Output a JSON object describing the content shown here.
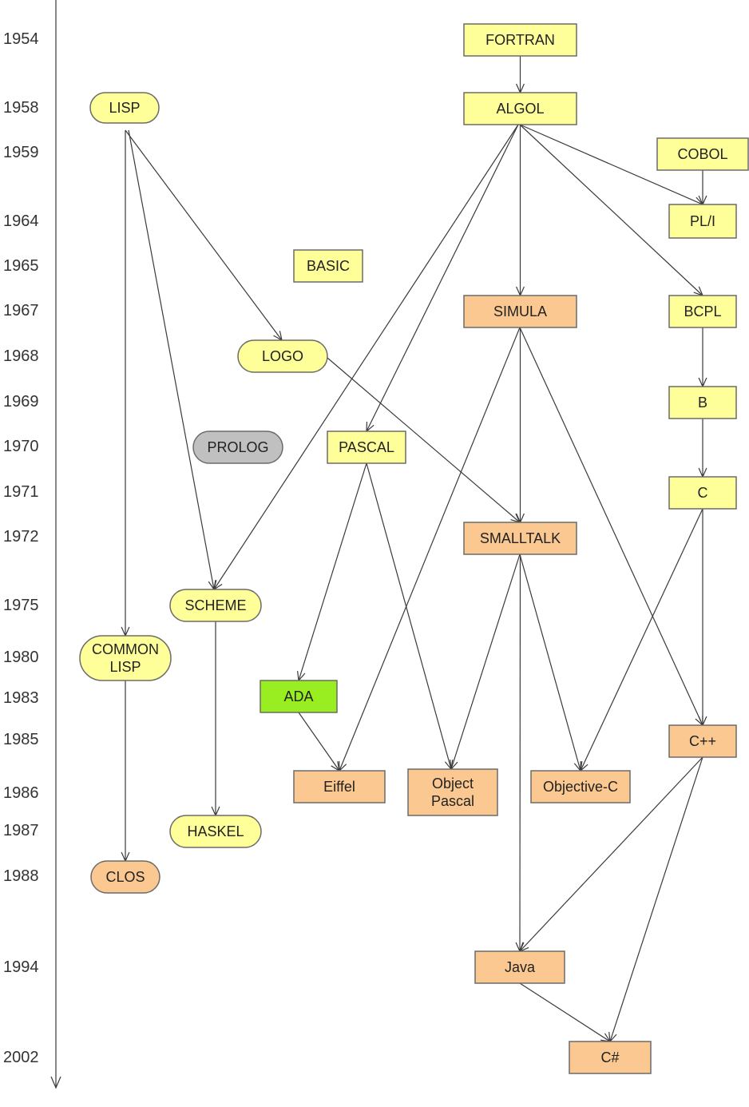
{
  "years": [
    "1954",
    "1958",
    "1959",
    "1964",
    "1965",
    "1967",
    "1968",
    "1969",
    "1970",
    "1971",
    "1972",
    "1975",
    "1980",
    "1983",
    "1985",
    "1986",
    "1987",
    "1988",
    "1994",
    "2002"
  ],
  "colors": {
    "yellow": "#ffff99",
    "orange": "#fac890",
    "gray": "#c0c0c0",
    "green": "#99ee22",
    "line": "#3a3a3a",
    "border": "#6b6b6b"
  },
  "nodes": [
    {
      "id": "fortran",
      "lines": [
        "FORTRAN"
      ],
      "shape": "rect",
      "color": "yellow"
    },
    {
      "id": "lisp",
      "lines": [
        "LISP"
      ],
      "shape": "pill",
      "color": "yellow"
    },
    {
      "id": "algol",
      "lines": [
        "ALGOL"
      ],
      "shape": "rect",
      "color": "yellow"
    },
    {
      "id": "cobol",
      "lines": [
        "COBOL"
      ],
      "shape": "rect",
      "color": "yellow"
    },
    {
      "id": "pli",
      "lines": [
        "PL/I"
      ],
      "shape": "rect",
      "color": "yellow"
    },
    {
      "id": "basic",
      "lines": [
        "BASIC"
      ],
      "shape": "rect",
      "color": "yellow"
    },
    {
      "id": "simula",
      "lines": [
        "SIMULA"
      ],
      "shape": "rect",
      "color": "orange"
    },
    {
      "id": "bcpl",
      "lines": [
        "BCPL"
      ],
      "shape": "rect",
      "color": "yellow"
    },
    {
      "id": "logo",
      "lines": [
        "LOGO"
      ],
      "shape": "pill",
      "color": "yellow"
    },
    {
      "id": "b",
      "lines": [
        "B"
      ],
      "shape": "rect",
      "color": "yellow"
    },
    {
      "id": "prolog",
      "lines": [
        "PROLOG"
      ],
      "shape": "pill",
      "color": "gray"
    },
    {
      "id": "pascal",
      "lines": [
        "PASCAL"
      ],
      "shape": "rect",
      "color": "yellow"
    },
    {
      "id": "c",
      "lines": [
        "C"
      ],
      "shape": "rect",
      "color": "yellow"
    },
    {
      "id": "smalltalk",
      "lines": [
        "SMALLTALK"
      ],
      "shape": "rect",
      "color": "orange"
    },
    {
      "id": "scheme",
      "lines": [
        "SCHEME"
      ],
      "shape": "pill",
      "color": "yellow"
    },
    {
      "id": "commonlisp",
      "lines": [
        "COMMON",
        "LISP"
      ],
      "shape": "pill",
      "color": "yellow"
    },
    {
      "id": "ada",
      "lines": [
        "ADA"
      ],
      "shape": "rect",
      "color": "green"
    },
    {
      "id": "cpp",
      "lines": [
        "C++"
      ],
      "shape": "rect",
      "color": "orange"
    },
    {
      "id": "eiffel",
      "lines": [
        "Eiffel"
      ],
      "shape": "rect",
      "color": "orange"
    },
    {
      "id": "objpascal",
      "lines": [
        "Object",
        "Pascal"
      ],
      "shape": "rect",
      "color": "orange"
    },
    {
      "id": "objc",
      "lines": [
        "Objective-C"
      ],
      "shape": "rect",
      "color": "orange"
    },
    {
      "id": "haskel",
      "lines": [
        "HASKEL"
      ],
      "shape": "pill",
      "color": "yellow"
    },
    {
      "id": "clos",
      "lines": [
        "CLOS"
      ],
      "shape": "pill",
      "color": "orange"
    },
    {
      "id": "java",
      "lines": [
        "Java"
      ],
      "shape": "rect",
      "color": "orange"
    },
    {
      "id": "csharp",
      "lines": [
        "C#"
      ],
      "shape": "rect",
      "color": "orange"
    }
  ],
  "edges": [
    [
      "fortran",
      "algol"
    ],
    [
      "lisp",
      "logo"
    ],
    [
      "lisp",
      "scheme"
    ],
    [
      "lisp",
      "commonlisp"
    ],
    [
      "algol",
      "scheme"
    ],
    [
      "algol",
      "pascal"
    ],
    [
      "algol",
      "simula"
    ],
    [
      "algol",
      "pli"
    ],
    [
      "algol",
      "bcpl"
    ],
    [
      "cobol",
      "pli"
    ],
    [
      "logo",
      "smalltalk"
    ],
    [
      "simula",
      "smalltalk"
    ],
    [
      "simula",
      "eiffel"
    ],
    [
      "simula",
      "cpp"
    ],
    [
      "bcpl",
      "b"
    ],
    [
      "b",
      "c"
    ],
    [
      "pascal",
      "ada"
    ],
    [
      "pascal",
      "objpascal"
    ],
    [
      "c",
      "cpp"
    ],
    [
      "c",
      "objc"
    ],
    [
      "smalltalk",
      "objpascal"
    ],
    [
      "smalltalk",
      "objc"
    ],
    [
      "smalltalk",
      "java"
    ],
    [
      "scheme",
      "haskel"
    ],
    [
      "commonlisp",
      "clos"
    ],
    [
      "ada",
      "eiffel"
    ],
    [
      "cpp",
      "java"
    ],
    [
      "cpp",
      "csharp"
    ],
    [
      "java",
      "csharp"
    ]
  ]
}
